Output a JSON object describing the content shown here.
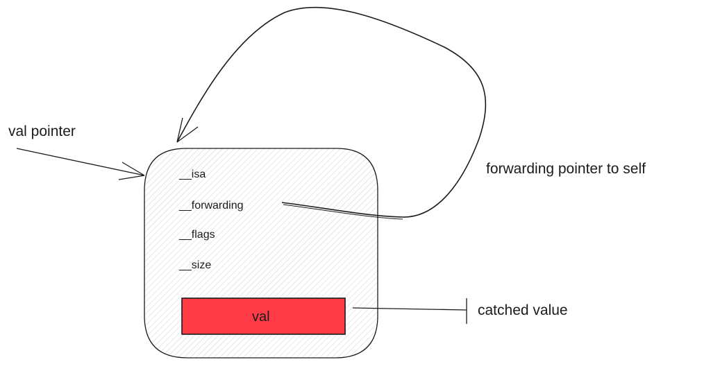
{
  "diagram": {
    "labels": {
      "val_pointer": "val pointer",
      "forwarding_pointer": "forwarding pointer to self",
      "catched_value": "catched value"
    },
    "struct": {
      "fields": [
        "__isa",
        "__forwarding",
        "__flags",
        "__size"
      ],
      "value_cell": {
        "label": "val",
        "fill_color": "#ff3b47"
      },
      "hatch_color": "#c8c8c8",
      "stroke_color": "#1b1b1b"
    }
  }
}
